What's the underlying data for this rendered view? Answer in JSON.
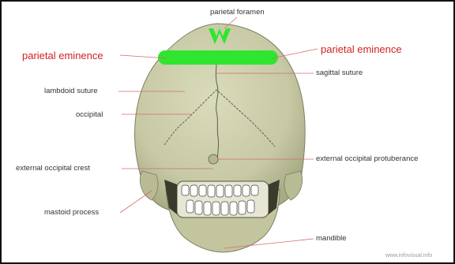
{
  "labels": {
    "parietal_foramen": "parietal foramen",
    "parietal_eminence_left": "parietal eminence",
    "parietal_eminence_right": "parietal eminence",
    "sagittal_suture": "sagittal suture",
    "lambdoid_suture": "lambdoid suture",
    "occipital": "occipital",
    "external_occipital_crest": "external occipital crest",
    "external_occipital_protuberance": "external occipital protuberance",
    "mastoid_process": "mastoid process",
    "mandible": "mandible"
  },
  "watermark": "www.infovisual.info",
  "colors": {
    "bone": "#cdcfae",
    "bone_shadow": "#aeb08b",
    "highlight_green": "#2fe52f",
    "accent_red": "#d21f1f",
    "leader_red": "#d26b6b"
  }
}
